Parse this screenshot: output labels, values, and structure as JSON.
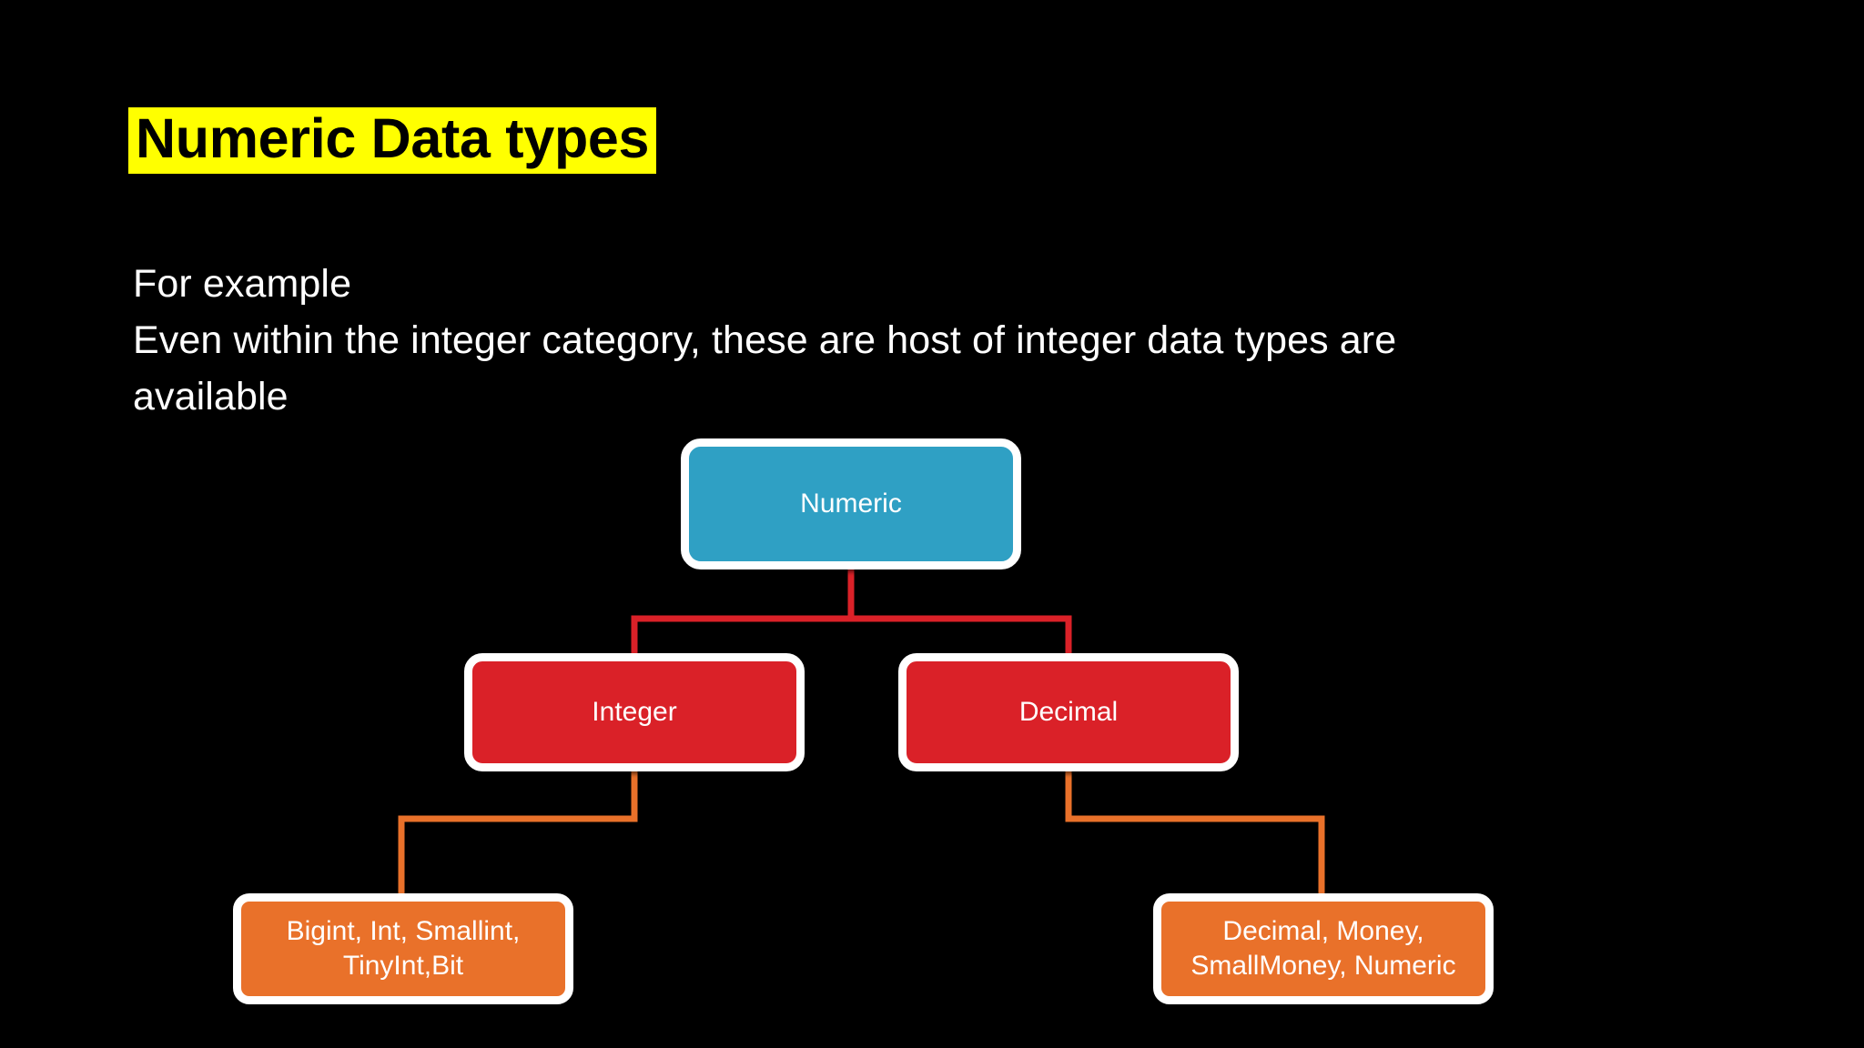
{
  "slide": {
    "background_color": "#000000",
    "title": {
      "text": "Numeric Data types",
      "highlight_color": "#FFFF00",
      "text_color": "#000000"
    },
    "body": {
      "lines": [
        "For example",
        "Even within the integer category, these are host of integer data types are",
        "available"
      ],
      "text_color": "#FFFFFF"
    }
  },
  "diagram": {
    "type": "hierarchy-tree",
    "node_border_color": "#FFFFFF",
    "nodes": {
      "root": {
        "label": "Numeric",
        "fill_color": "#2FA0C4",
        "text_color": "#FFFFFF"
      },
      "integer": {
        "label": "Integer",
        "fill_color": "#DA2128",
        "text_color": "#FFFFFF"
      },
      "decimal": {
        "label": "Decimal",
        "fill_color": "#DA2128",
        "text_color": "#FFFFFF"
      },
      "integer_types": {
        "line1": "Bigint, Int, Smallint,",
        "line2": "TinyInt,Bit",
        "fill_color": "#E9712A",
        "text_color": "#FFFFFF"
      },
      "decimal_types": {
        "line1": "Decimal, Money,",
        "line2": "SmallMoney, Numeric",
        "fill_color": "#E9712A",
        "text_color": "#FFFFFF"
      }
    },
    "connectors": {
      "level1_color": "#DA2128",
      "level2_color": "#E9712A"
    }
  }
}
